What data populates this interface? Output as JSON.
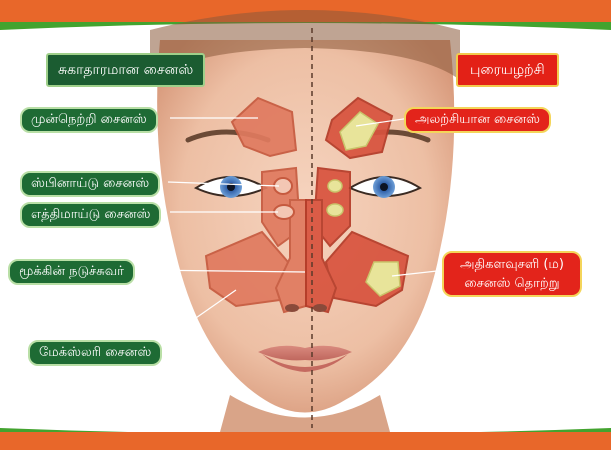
{
  "colors": {
    "banner_orange": "#e8672a",
    "banner_green": "#43a32f",
    "healthy_label": "#1e6b34",
    "inflamed_label": "#e3241b",
    "sinus_tissue": "#e07a5f",
    "mucus": "#e8e49a"
  },
  "healthy_side": {
    "heading": "சுகாதாரமான சைனஸ்",
    "labels": {
      "frontal": "முன்நெற்றி சைனஸ்",
      "sphenoid": "ஸ்பினாய்டு சைனஸ்",
      "ethmoid": "எத்திமாய்டு சைனஸ்",
      "septum": "மூக்கின் நடுச்சுவர்",
      "maxillary": "மேக்ஸ்லரி சைனஸ்"
    }
  },
  "inflamed_side": {
    "heading": "புரையழற்சி",
    "labels": {
      "allergic": "அலற்சியான சைனஸ்",
      "infection_line1": "அதிகளவுசளி (ம)",
      "infection_line2": "சைனஸ் தொற்று"
    }
  }
}
